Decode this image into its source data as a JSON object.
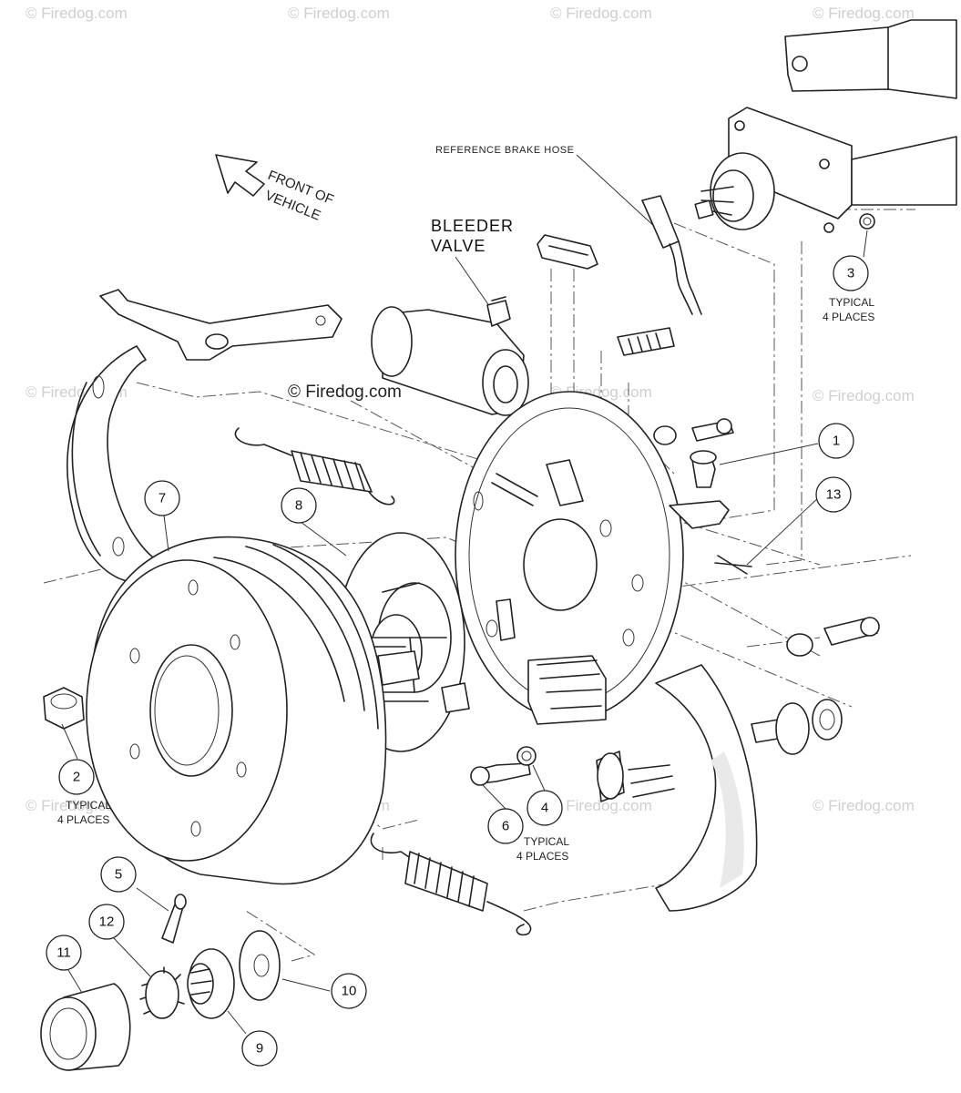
{
  "labels": {
    "reference_brake_hose": "REFERENCE BRAKE HOSE",
    "front_of_vehicle_line1": "FRONT OF",
    "front_of_vehicle_line2": "VEHICLE",
    "bleeder_line1": "BLEEDER",
    "bleeder_line2": "VALVE",
    "typical": "TYPICAL",
    "four_places": "4 PLACES"
  },
  "watermark": "© Firedog.com",
  "callouts": {
    "c1": "1",
    "c2": "2",
    "c3": "3",
    "c4": "4",
    "c5": "5",
    "c6": "6",
    "c7": "7",
    "c8": "8",
    "c9": "9",
    "c10": "10",
    "c11": "11",
    "c12": "12",
    "c13": "13"
  }
}
